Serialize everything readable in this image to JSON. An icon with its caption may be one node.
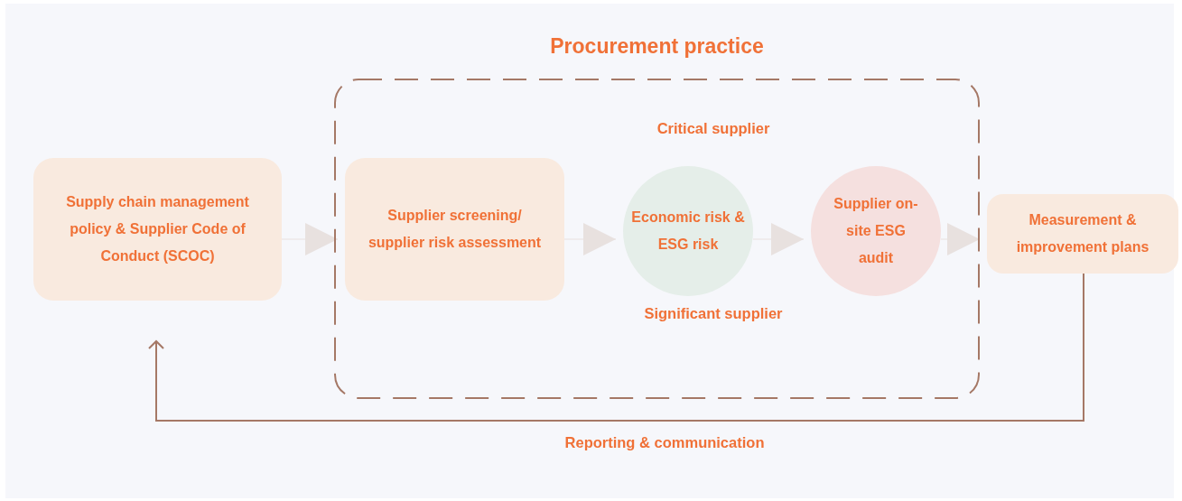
{
  "diagram": {
    "nodes": [
      {
        "text": [
          "Supply chain management policy & Supplier Code of Conduct (SCOC)"
        ]
      },
      {
        "text": [
          "Procurement practice"
        ]
      },
      {
        "text": [
          "Supplier screening/ supplier risk assessment"
        ],
        "in": 1
      },
      {
        "text": [
          "Economic risk & ESG risk"
        ],
        "in": 1
      },
      {
        "text": [
          "Supplier on-site ESG audit"
        ],
        "in": 1
      },
      {
        "text": [
          "Measurement & improvement plans"
        ]
      }
    ],
    "edges": [
      {
        "from": 0,
        "to": 2,
        "arrow": "to"
      },
      {
        "from": 2,
        "to": 3,
        "arrow": "to"
      },
      {
        "from": 3,
        "to": 4,
        "arrow": "to"
      },
      {
        "from": 4,
        "to": 5,
        "arrow": "to"
      },
      {
        "from": 5,
        "to": 0,
        "arrow": "to",
        "label": "Reporting & communication",
        "color": "#a57866"
      }
    ],
    "labels": [
      "Critical supplier",
      "Significant supplier"
    ]
  }
}
